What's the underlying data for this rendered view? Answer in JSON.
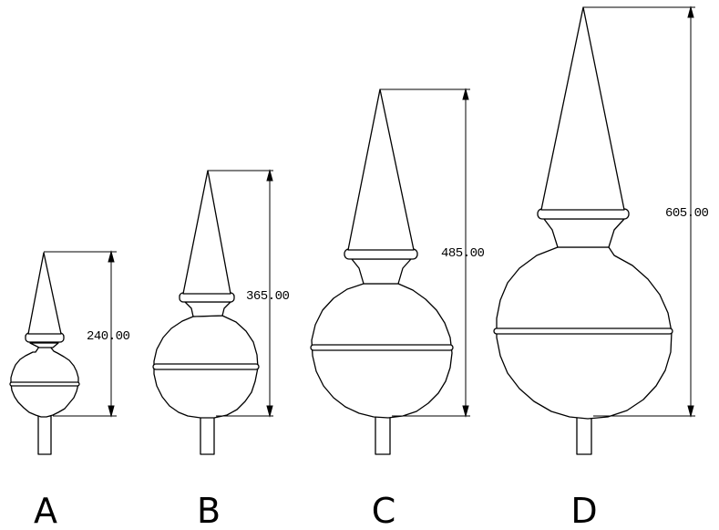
{
  "finials": [
    {
      "letter": "A",
      "dimension": "240.00"
    },
    {
      "letter": "B",
      "dimension": "365.00"
    },
    {
      "letter": "C",
      "dimension": "485.00"
    },
    {
      "letter": "D",
      "dimension": "605.00"
    }
  ],
  "colors": {
    "stroke": "#000000",
    "fill": "#ffffff"
  }
}
